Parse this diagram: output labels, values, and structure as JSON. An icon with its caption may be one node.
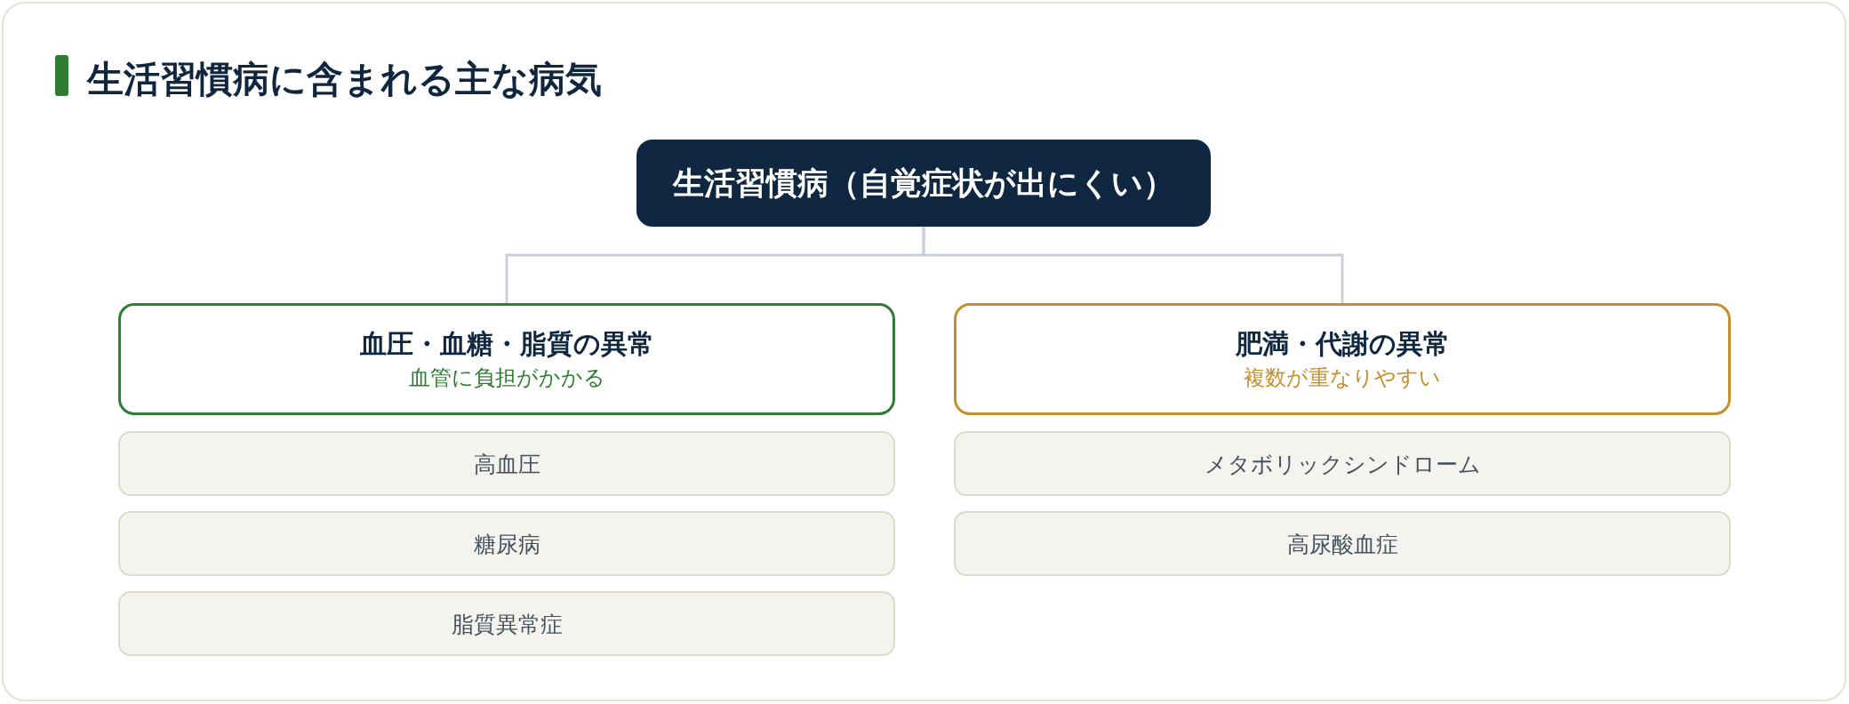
{
  "diagram": {
    "title": "生活習慣病に含まれる主な病気",
    "nodes": [
      {
        "text": [
          "生活習慣病（自覚症状が出にくい）"
        ]
      },
      {
        "text": [
          "血圧・血糖・脂質の異常",
          "血管に負担がかかる"
        ]
      },
      {
        "text": [
          "高血圧"
        ]
      },
      {
        "text": [
          "糖尿病"
        ]
      },
      {
        "text": [
          "脂質異常症"
        ]
      },
      {
        "text": [
          "肥満・代謝の異常",
          "複数が重なりやすい"
        ]
      },
      {
        "text": [
          "メタボリックシンドローム"
        ]
      },
      {
        "text": [
          "高尿酸血症"
        ]
      }
    ],
    "edges": [
      {
        "from": 0,
        "to": 1,
        "arrow": "none"
      },
      {
        "from": 0,
        "to": 5,
        "arrow": "none"
      }
    ]
  }
}
